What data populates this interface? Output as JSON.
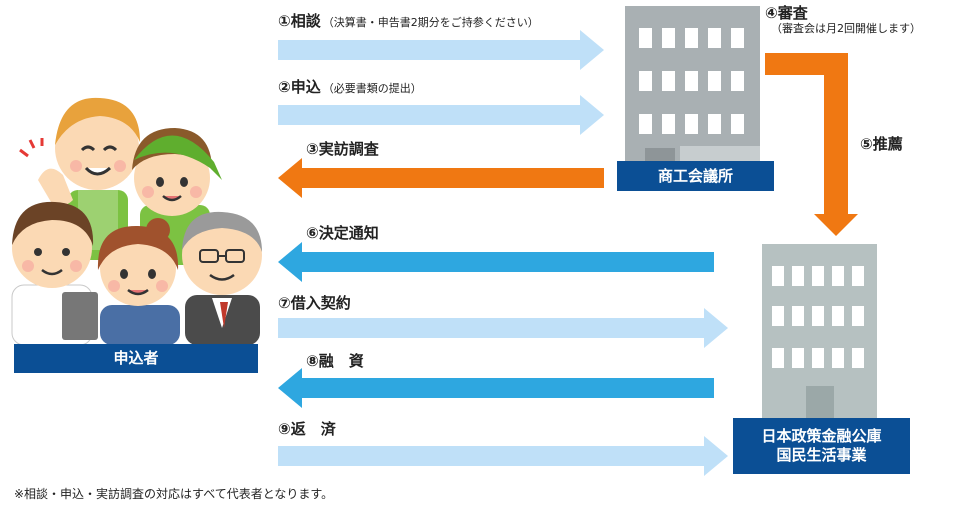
{
  "steps": {
    "s1": {
      "title": "①相談",
      "note": "（決算書・申告書2期分をご持参ください）"
    },
    "s2": {
      "title": "②申込",
      "note": "（必要書類の提出）"
    },
    "s3": {
      "title": "③実訪調査"
    },
    "s4": {
      "title": "④審査",
      "note": "（審査会は月2回開催します）"
    },
    "s5": {
      "title": "⑤推薦"
    },
    "s6": {
      "title": "⑥決定通知"
    },
    "s7": {
      "title": "⑦借入契約"
    },
    "s8": {
      "title": "⑧融　資"
    },
    "s9": {
      "title": "⑨返　済"
    }
  },
  "actors": {
    "applicant": "申込者",
    "chamber": "商工会議所",
    "jfc_line1": "日本政策金融公庫",
    "jfc_line2": "国民生活事業"
  },
  "footnote": "※相談・申込・実訪調査の対応はすべて代表者となります。",
  "colors": {
    "light_arrow": "#bfe0f8",
    "blue_arrow": "#2ea7e0",
    "orange_arrow": "#f07812",
    "label_box": "#0b4f95",
    "building_gray": "#a9b0b3",
    "building_gray_light": "#b6c1c1"
  },
  "icons": [
    "people-group-illustration",
    "office-building-icon",
    "bank-building-icon"
  ]
}
